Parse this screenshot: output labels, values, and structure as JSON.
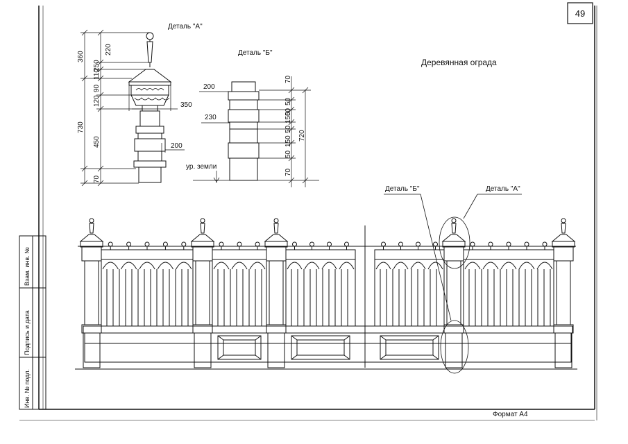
{
  "page_number": "49",
  "title": "Деревянная ограда",
  "detail_a": {
    "label": "Деталь \"А\"",
    "left_dims": [
      "360",
      "730",
      "70"
    ],
    "mid_dims": [
      "220",
      "250",
      "110",
      "90",
      "120",
      "450"
    ],
    "right_dims": [
      "350",
      "200"
    ]
  },
  "detail_b": {
    "label": "Деталь \"Б\"",
    "left_dims": [
      "200",
      "230"
    ],
    "stack_dims": [
      "70",
      "50",
      "50",
      "150",
      "50",
      "150",
      "50",
      "70"
    ],
    "total_dim": "720",
    "ground_label": "ур. земли"
  },
  "callouts": {
    "detail_b": "Деталь \"Б\"",
    "detail_a": "Деталь \"А\""
  },
  "title_block": {
    "cells": [
      "Взам. инв. №",
      "Подпись и дата",
      "Инв. № подл."
    ]
  },
  "format_label": "Формат А4"
}
